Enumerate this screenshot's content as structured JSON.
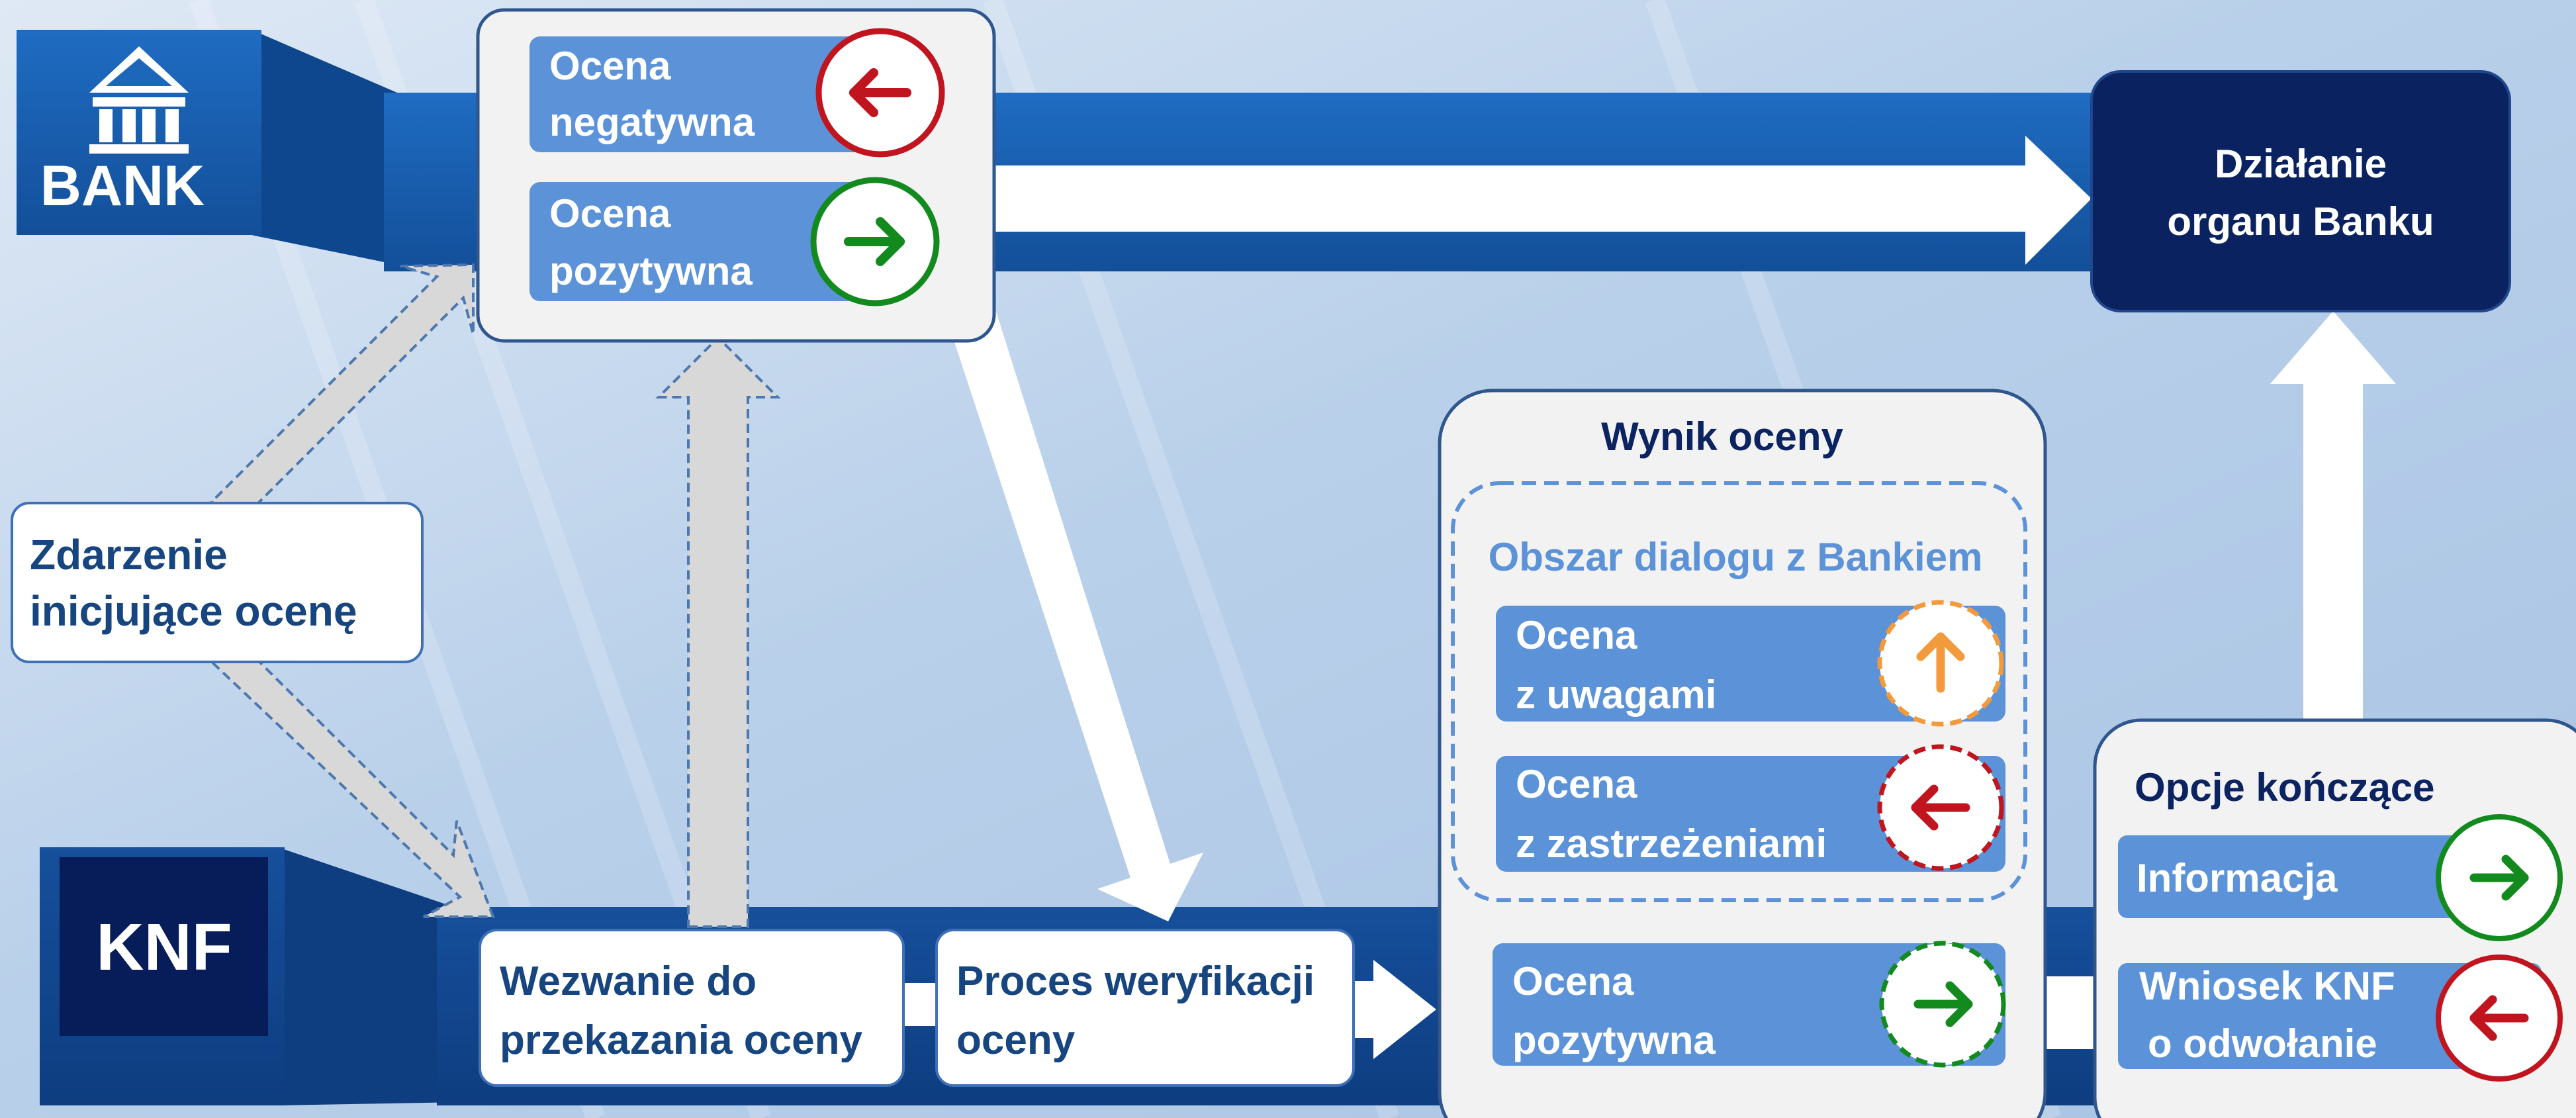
{
  "colors": {
    "lane_blue": "#1c63b5",
    "card_bg": "#f1f1f1",
    "card_border": "#3a5d93",
    "pill_bg": "#5990d6",
    "dark_navy": "#0b2360",
    "negative_red": "#c0141e",
    "positive_green": "#128a1e",
    "remark_orange": "#f29a3c"
  },
  "lanes": {
    "bank_label": "BANK",
    "knf_label": "KNF"
  },
  "event": {
    "line1": "Zdarzenie",
    "line2": "inicjujące ocenę"
  },
  "bank_assessment": {
    "negative_line1": "Ocena",
    "negative_line2": "negatywna",
    "positive_line1": "Ocena",
    "positive_line2": "pozytywna"
  },
  "organ_action": {
    "line1": "Działanie",
    "line2": "organu Banku"
  },
  "knf_steps": {
    "request_line1": "Wezwanie do",
    "request_line2": "przekazania oceny",
    "verification_line1": "Proces weryfikacji",
    "verification_line2": "oceny"
  },
  "result": {
    "title": "Wynik oceny",
    "dialog_title": "Obszar dialogu z Bankiem",
    "remarks_line1": "Ocena",
    "remarks_line2": "z uwagami",
    "reservations_line1": "Ocena",
    "reservations_line2": "z zastrzeżeniami",
    "positive_line1": "Ocena",
    "positive_line2": "pozytywna"
  },
  "closing": {
    "title": "Opcje kończące",
    "info": "Informacja",
    "motion_line1": "Wniosek KNF",
    "motion_line2": "o odwołanie"
  },
  "icons": {
    "bank": "bank-building-icon",
    "left_arrow": "arrow-left-icon",
    "right_arrow": "arrow-right-icon",
    "up_arrow": "arrow-up-icon"
  }
}
